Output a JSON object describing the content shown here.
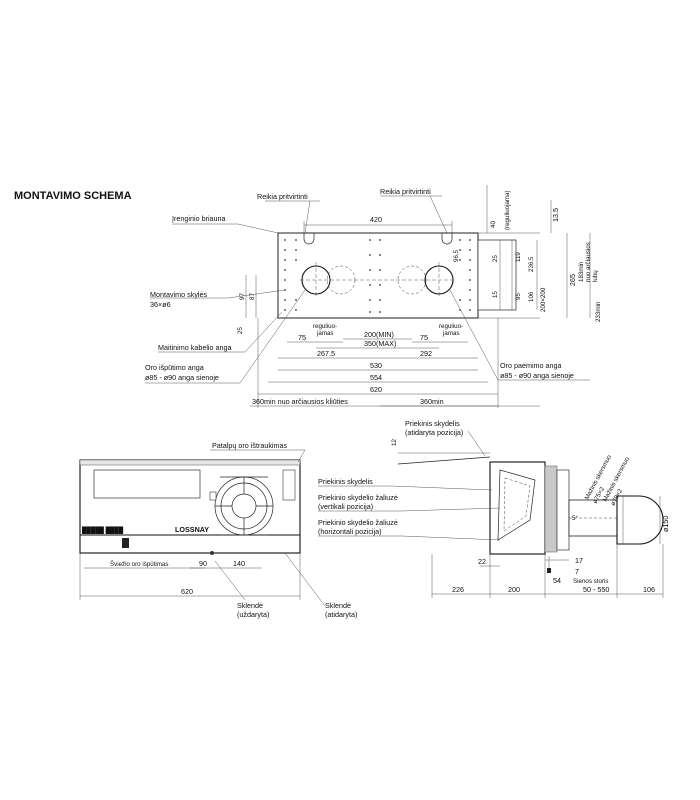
{
  "title": "MONTAVIMO SCHEMA",
  "top_view": {
    "labels": {
      "reikia_1": "Reikia pritvirtinti",
      "reikia_2": "Reikia pritvirtinti",
      "irenginio_briauna": "Įrenginio briauna",
      "montavimo_skyles_1": "Montavimo skylės",
      "montavimo_skyles_2": "36×ø6",
      "maitinimo": "Maitinimo kabelio anga",
      "oro_isputimo_1": "Oro išpūtimo anga",
      "oro_isputimo_2": "ø85 - ø90 anga sienoje",
      "oro_paemimo_1": "Oro paėmimo anga",
      "oro_paemimo_2": "ø85 - ø90 anga sienoje",
      "reguliuo_1": "reguliuo-",
      "jamas_1": "jamas",
      "reguliuo_2": "reguliuo-",
      "jamas_2": "jamas",
      "reguliuojama": "(reguliuojama)",
      "min_183_1": "183min",
      "min_183_2": "nuo arčiausios",
      "min_183_3": "lubų",
      "min_233": "233min",
      "kl_left": "360min nuo arčiausios kliūties",
      "kl_right": "360min"
    },
    "dims": {
      "d420": "420",
      "d40": "40",
      "d13_5": "13.5",
      "d96_5": "96.5",
      "d25": "25",
      "d119": "119",
      "d15": "15",
      "d95": "95",
      "d106": "106",
      "d236_5": "236.5",
      "d200x200": "200×200",
      "d265": "265",
      "d97": "97",
      "d87": "87",
      "d25b": "25",
      "d75a": "75",
      "d75b": "75",
      "d200min": "200(MIN)",
      "d350max": "350(MAX)",
      "d267_5": "267.5",
      "d292": "292",
      "d530": "530",
      "d554": "554",
      "d620": "620"
    }
  },
  "front_view": {
    "labels": {
      "patalpu": "Patalpų oro ištraukimas",
      "svie": "Šviežio oro išpūtimas",
      "sklende_1": "Sklendė",
      "sklende_1b": "(uždaryta)",
      "sklende_2": "Sklendė",
      "sklende_2b": "(atidaryta)",
      "brand": "LOSSNAY"
    },
    "dims": {
      "d90": "90",
      "d140": "140",
      "d620": "620"
    }
  },
  "side_view": {
    "labels": {
      "priekinis_top_1": "Priekinis skydelis",
      "priekinis_top_2": "(atidaryta pozicija)",
      "priekinis": "Priekinis skydelis",
      "zaliuze_v_1": "Priekinio skydelio žaliuzė",
      "zaliuze_v_2": "(vertikali pozicija)",
      "zaliuze_h_1": "Priekinio skydelio žaliuzė",
      "zaliuze_h_2": "(horizontali pozicija)",
      "mazinis_1": "Mažinis skersmuo",
      "mazinis_2": "ø75×2",
      "mazinis_3": "Mažinis skersmuo",
      "mazinis_4": "ø79×2",
      "sienos_storis": "Sienos storis",
      "angle_5": "5°"
    },
    "dims": {
      "d12": "12",
      "d22": "22",
      "d17": "17",
      "d7": "7",
      "d54": "54",
      "d226": "226",
      "d200": "200",
      "d50_550": "50 - 550",
      "d106": "106",
      "d150": "ø150"
    }
  }
}
